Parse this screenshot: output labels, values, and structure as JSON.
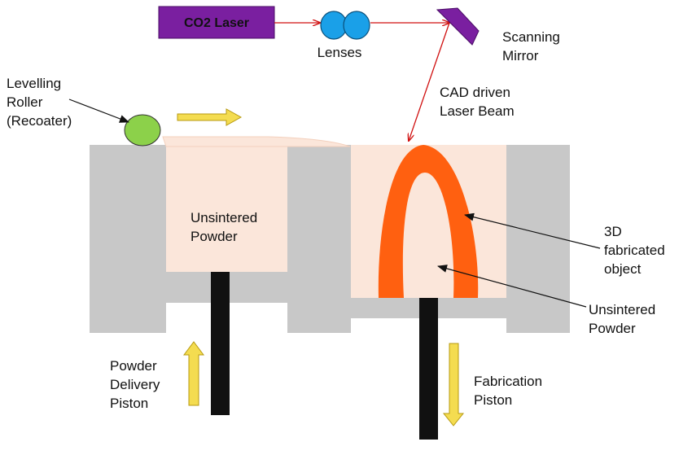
{
  "laser": {
    "label": "CO2 Laser",
    "color": "#7a1fa0"
  },
  "lenses": {
    "label": "Lenses",
    "color": "#1aa0e8"
  },
  "mirror": {
    "label_lines": [
      "Scanning",
      "Mirror"
    ],
    "color": "#7a1fa0"
  },
  "beam": {
    "label_lines": [
      "CAD driven",
      "Laser Beam"
    ],
    "color": "#d01010"
  },
  "roller": {
    "label_lines": [
      "Levelling",
      "Roller",
      "(Recoater)"
    ],
    "color": "#8cd14a"
  },
  "left_chamber": {
    "label_lines": [
      "Unsintered",
      "Powder"
    ]
  },
  "object": {
    "label_lines": [
      "3D",
      "fabricated",
      "object"
    ],
    "color": "#ff6010"
  },
  "right_powder": {
    "label_lines": [
      "Unsintered",
      "Powder"
    ]
  },
  "delivery_piston": {
    "label_lines": [
      "Powder",
      "Delivery",
      "Piston"
    ]
  },
  "fabrication_piston": {
    "label_lines": [
      "Fabrication",
      "Piston"
    ]
  },
  "colors": {
    "frame": "#c8c8c8",
    "powder": "#fbe6da",
    "piston": "#111111",
    "arrow_yellow": "#f4dc50",
    "arrow_yellow_stroke": "#b79a10"
  }
}
